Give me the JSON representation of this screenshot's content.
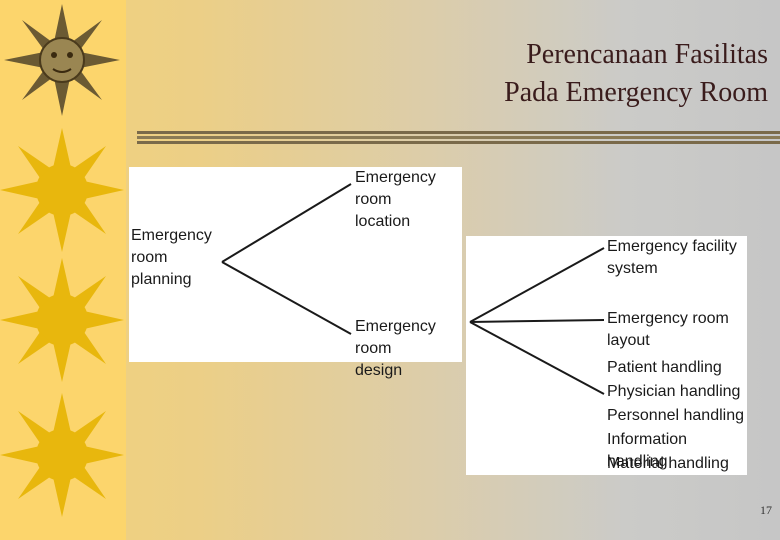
{
  "slide": {
    "title_line1": "Perencanaan Fasilitas",
    "title_line2": "Pada Emergency Room",
    "page_number": "17"
  },
  "diagram_a": {
    "root": "Emergency\nroom\nplanning",
    "branches": [
      "Emergency room\nlocation",
      "Emergency room\ndesign"
    ]
  },
  "diagram_b": {
    "branches": [
      "Emergency facility\nsystem",
      "Emergency room\nlayout",
      "Patient handling",
      "Physician handling",
      "Personnel handling",
      "Information handling",
      "Material handling"
    ]
  },
  "colors": {
    "left_band": "#fcd56c",
    "title_text": "#3a1c1c",
    "rule": "#7a6a4a"
  }
}
